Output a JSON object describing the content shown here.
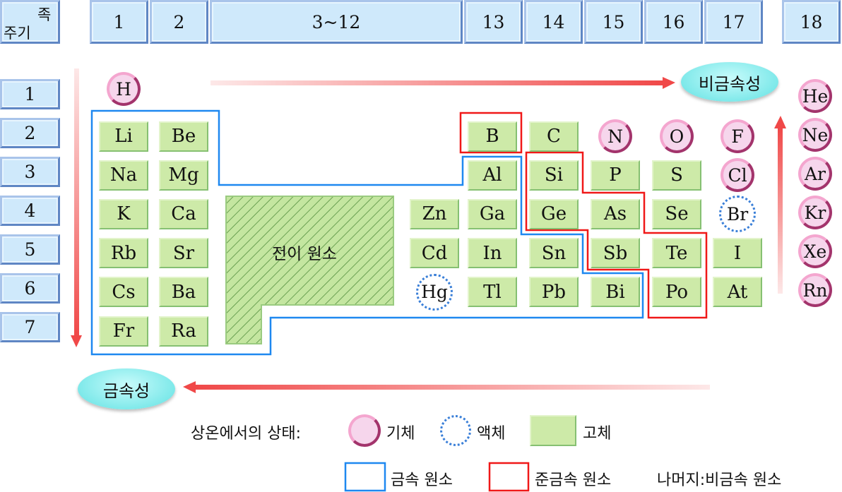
{
  "header": {
    "corner_period": "주기",
    "corner_group": "족",
    "groups": [
      "1",
      "2",
      "3~12",
      "13",
      "14",
      "15",
      "16",
      "17",
      "18"
    ]
  },
  "periods": [
    "1",
    "2",
    "3",
    "4",
    "5",
    "6",
    "7"
  ],
  "labels": {
    "nonmetallic": "비금속성",
    "metallic": "금속성",
    "transition": "전이 원소"
  },
  "elements": [
    {
      "symbol": "H",
      "group": 1,
      "period": 1,
      "state": "gas"
    },
    {
      "symbol": "Li",
      "group": 1,
      "period": 2,
      "state": "solid"
    },
    {
      "symbol": "Na",
      "group": 1,
      "period": 3,
      "state": "solid"
    },
    {
      "symbol": "K",
      "group": 1,
      "period": 4,
      "state": "solid"
    },
    {
      "symbol": "Rb",
      "group": 1,
      "period": 5,
      "state": "solid"
    },
    {
      "symbol": "Cs",
      "group": 1,
      "period": 6,
      "state": "solid"
    },
    {
      "symbol": "Fr",
      "group": 1,
      "period": 7,
      "state": "solid"
    },
    {
      "symbol": "Be",
      "group": 2,
      "period": 2,
      "state": "solid"
    },
    {
      "symbol": "Mg",
      "group": 2,
      "period": 3,
      "state": "solid"
    },
    {
      "symbol": "Ca",
      "group": 2,
      "period": 4,
      "state": "solid"
    },
    {
      "symbol": "Sr",
      "group": 2,
      "period": 5,
      "state": "solid"
    },
    {
      "symbol": "Ba",
      "group": 2,
      "period": 6,
      "state": "solid"
    },
    {
      "symbol": "Ra",
      "group": 2,
      "period": 7,
      "state": "solid"
    },
    {
      "symbol": "Zn",
      "group": 12,
      "period": 4,
      "state": "solid"
    },
    {
      "symbol": "Cd",
      "group": 12,
      "period": 5,
      "state": "solid"
    },
    {
      "symbol": "Hg",
      "group": 12,
      "period": 6,
      "state": "liquid"
    },
    {
      "symbol": "B",
      "group": 13,
      "period": 2,
      "state": "solid"
    },
    {
      "symbol": "Al",
      "group": 13,
      "period": 3,
      "state": "solid"
    },
    {
      "symbol": "Ga",
      "group": 13,
      "period": 4,
      "state": "solid"
    },
    {
      "symbol": "In",
      "group": 13,
      "period": 5,
      "state": "solid"
    },
    {
      "symbol": "Tl",
      "group": 13,
      "period": 6,
      "state": "solid"
    },
    {
      "symbol": "C",
      "group": 14,
      "period": 2,
      "state": "solid"
    },
    {
      "symbol": "Si",
      "group": 14,
      "period": 3,
      "state": "solid"
    },
    {
      "symbol": "Ge",
      "group": 14,
      "period": 4,
      "state": "solid"
    },
    {
      "symbol": "Sn",
      "group": 14,
      "period": 5,
      "state": "solid"
    },
    {
      "symbol": "Pb",
      "group": 14,
      "period": 6,
      "state": "solid"
    },
    {
      "symbol": "N",
      "group": 15,
      "period": 2,
      "state": "gas"
    },
    {
      "symbol": "P",
      "group": 15,
      "period": 3,
      "state": "solid"
    },
    {
      "symbol": "As",
      "group": 15,
      "period": 4,
      "state": "solid"
    },
    {
      "symbol": "Sb",
      "group": 15,
      "period": 5,
      "state": "solid"
    },
    {
      "symbol": "Bi",
      "group": 15,
      "period": 6,
      "state": "solid"
    },
    {
      "symbol": "O",
      "group": 16,
      "period": 2,
      "state": "gas"
    },
    {
      "symbol": "S",
      "group": 16,
      "period": 3,
      "state": "solid"
    },
    {
      "symbol": "Se",
      "group": 16,
      "period": 4,
      "state": "solid"
    },
    {
      "symbol": "Te",
      "group": 16,
      "period": 5,
      "state": "solid"
    },
    {
      "symbol": "Po",
      "group": 16,
      "period": 6,
      "state": "solid"
    },
    {
      "symbol": "F",
      "group": 17,
      "period": 2,
      "state": "gas"
    },
    {
      "symbol": "Cl",
      "group": 17,
      "period": 3,
      "state": "gas"
    },
    {
      "symbol": "Br",
      "group": 17,
      "period": 4,
      "state": "liquid"
    },
    {
      "symbol": "I",
      "group": 17,
      "period": 5,
      "state": "solid"
    },
    {
      "symbol": "At",
      "group": 17,
      "period": 6,
      "state": "solid"
    },
    {
      "symbol": "He",
      "group": 18,
      "period": 1,
      "state": "gas"
    },
    {
      "symbol": "Ne",
      "group": 18,
      "period": 2,
      "state": "gas"
    },
    {
      "symbol": "Ar",
      "group": 18,
      "period": 3,
      "state": "gas"
    },
    {
      "symbol": "Kr",
      "group": 18,
      "period": 4,
      "state": "gas"
    },
    {
      "symbol": "Xe",
      "group": 18,
      "period": 5,
      "state": "gas"
    },
    {
      "symbol": "Rn",
      "group": 18,
      "period": 6,
      "state": "gas"
    }
  ],
  "legend": {
    "state_title": "상온에서의 상태:",
    "gas": "기체",
    "liquid": "액체",
    "solid": "고체",
    "metal": "금속 원소",
    "metalloid": "준금속 원소",
    "rest": "나머지:비금속 원소"
  },
  "colors": {
    "metal": "#1e88f0",
    "metalloid": "#f01818",
    "arrow": "#f04848"
  }
}
